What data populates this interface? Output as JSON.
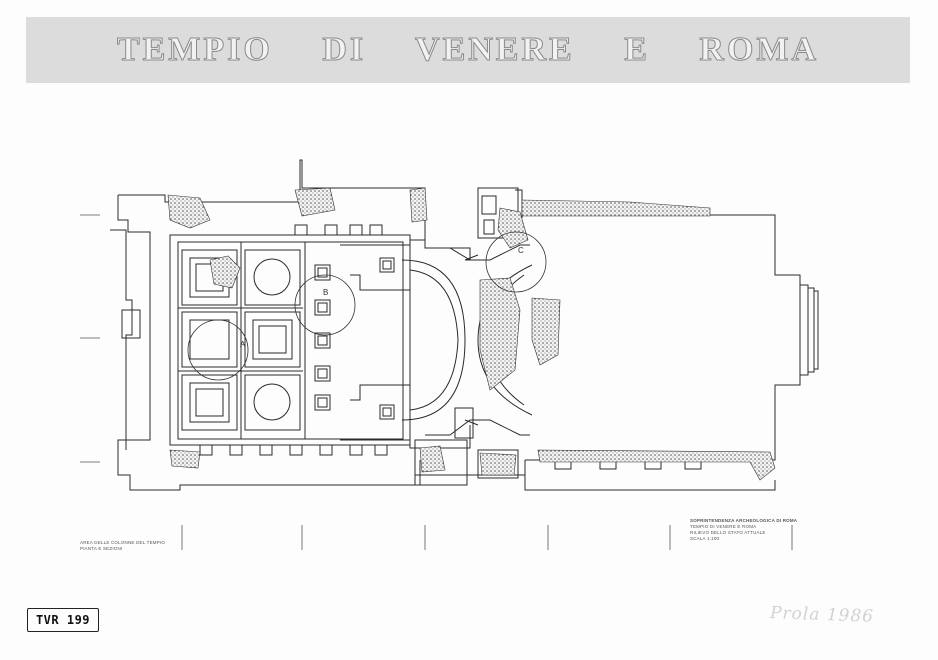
{
  "title": "TEMPIO DI VENERE E ROMA",
  "plan": {
    "circle_labels": [
      "A",
      "B",
      "C"
    ],
    "elevation_marks": [
      "ϟ",
      "ϟ",
      "ϟ"
    ]
  },
  "caption_left": {
    "line1": "AREA DELLE COLONNE DEL TEMPIO",
    "line2": "PIANTA E SEZIONI"
  },
  "caption_right": {
    "line1": "SOPRINTENDENZA ARCHEOLOGICA DI ROMA",
    "line2": "TEMPIO DI VENERE E ROMA",
    "line3": "RILIEVO DELLO STATO ATTUALE",
    "line4": "SCALA 1:100"
  },
  "stamp": "TVR 199",
  "pencil_note": "Prola 1986",
  "colors": {
    "ink": "#2a2a2a",
    "band": "#dcdcdc",
    "hatch": "#6a6a6a"
  }
}
